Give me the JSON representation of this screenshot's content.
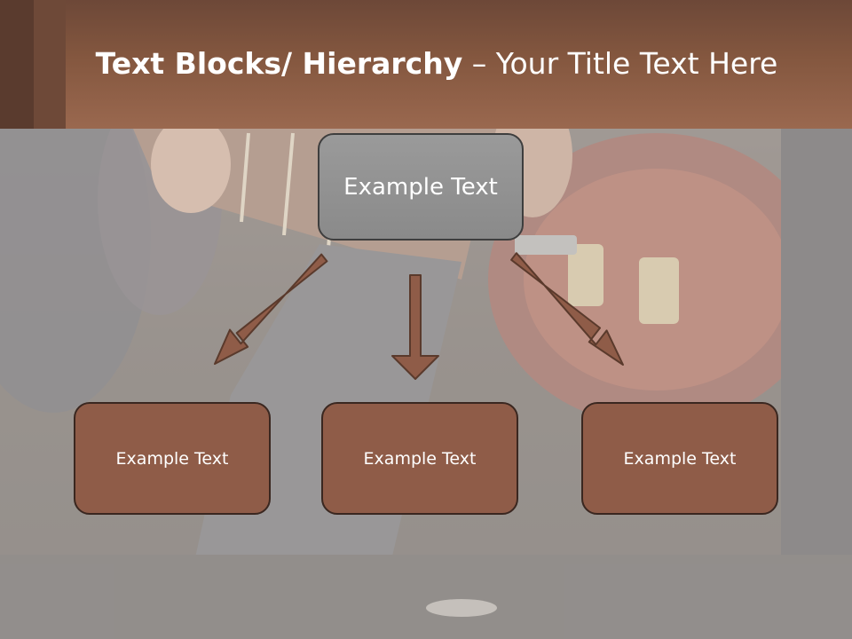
{
  "slide": {
    "title_bold": "Text Blocks/ Hierarchy",
    "title_sep": " – ",
    "title_rest": "Your Title Text Here"
  },
  "diagram": {
    "top_box": {
      "label": "Example Text"
    },
    "children": [
      {
        "label": "Example Text"
      },
      {
        "label": "Example Text"
      },
      {
        "label": "Example Text"
      }
    ]
  },
  "colors": {
    "header": "#84573f",
    "box_fill": "#8f5c48",
    "top_box_fill": "#8f8f8f",
    "arrow_fill": "#8f5c48",
    "arrow_stroke": "#5a3a2c"
  }
}
